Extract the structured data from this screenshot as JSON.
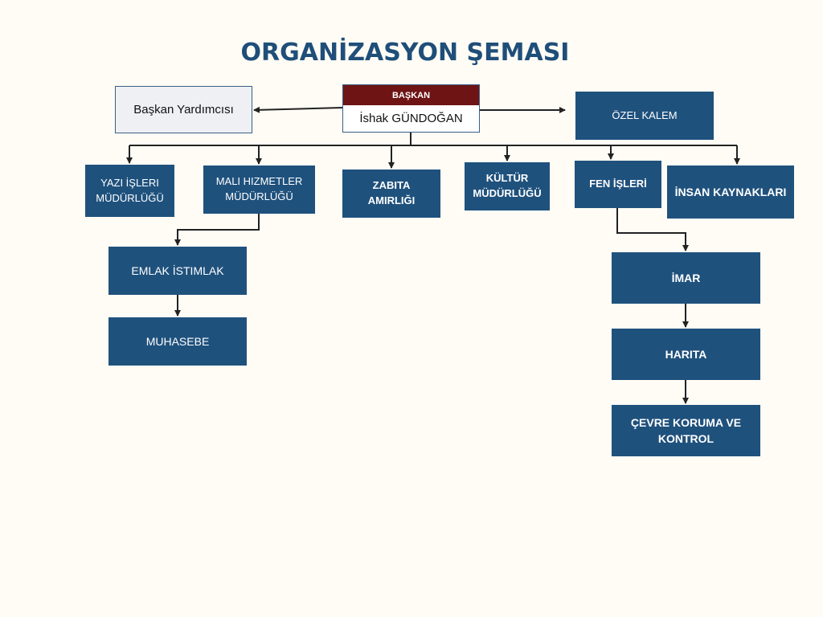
{
  "title": "ORGANİZASYON ŞEMASI",
  "president": {
    "role": "BAŞKAN",
    "name": "İshak GÜNDOĞAN"
  },
  "vice_president": "Başkan Yardımcısı",
  "private_office": "ÖZEL KALEM",
  "departments": [
    "YAZI İŞLERI MÜDÜRLÜĞÜ",
    "MALI HIZMETLER MÜDÜRLÜĞÜ",
    "ZABITA AMIRLIĞI",
    "KÜLTÜR MÜDÜRLÜĞÜ",
    "FEN İŞLERİ",
    "İNSAN KAYNAKLARI"
  ],
  "finance_units": [
    "EMLAK İSTIMLAK",
    "MUHASEBE"
  ],
  "works_units": [
    "İMAR",
    "HARITA",
    "ÇEVRE KORUMA VE KONTROL"
  ]
}
